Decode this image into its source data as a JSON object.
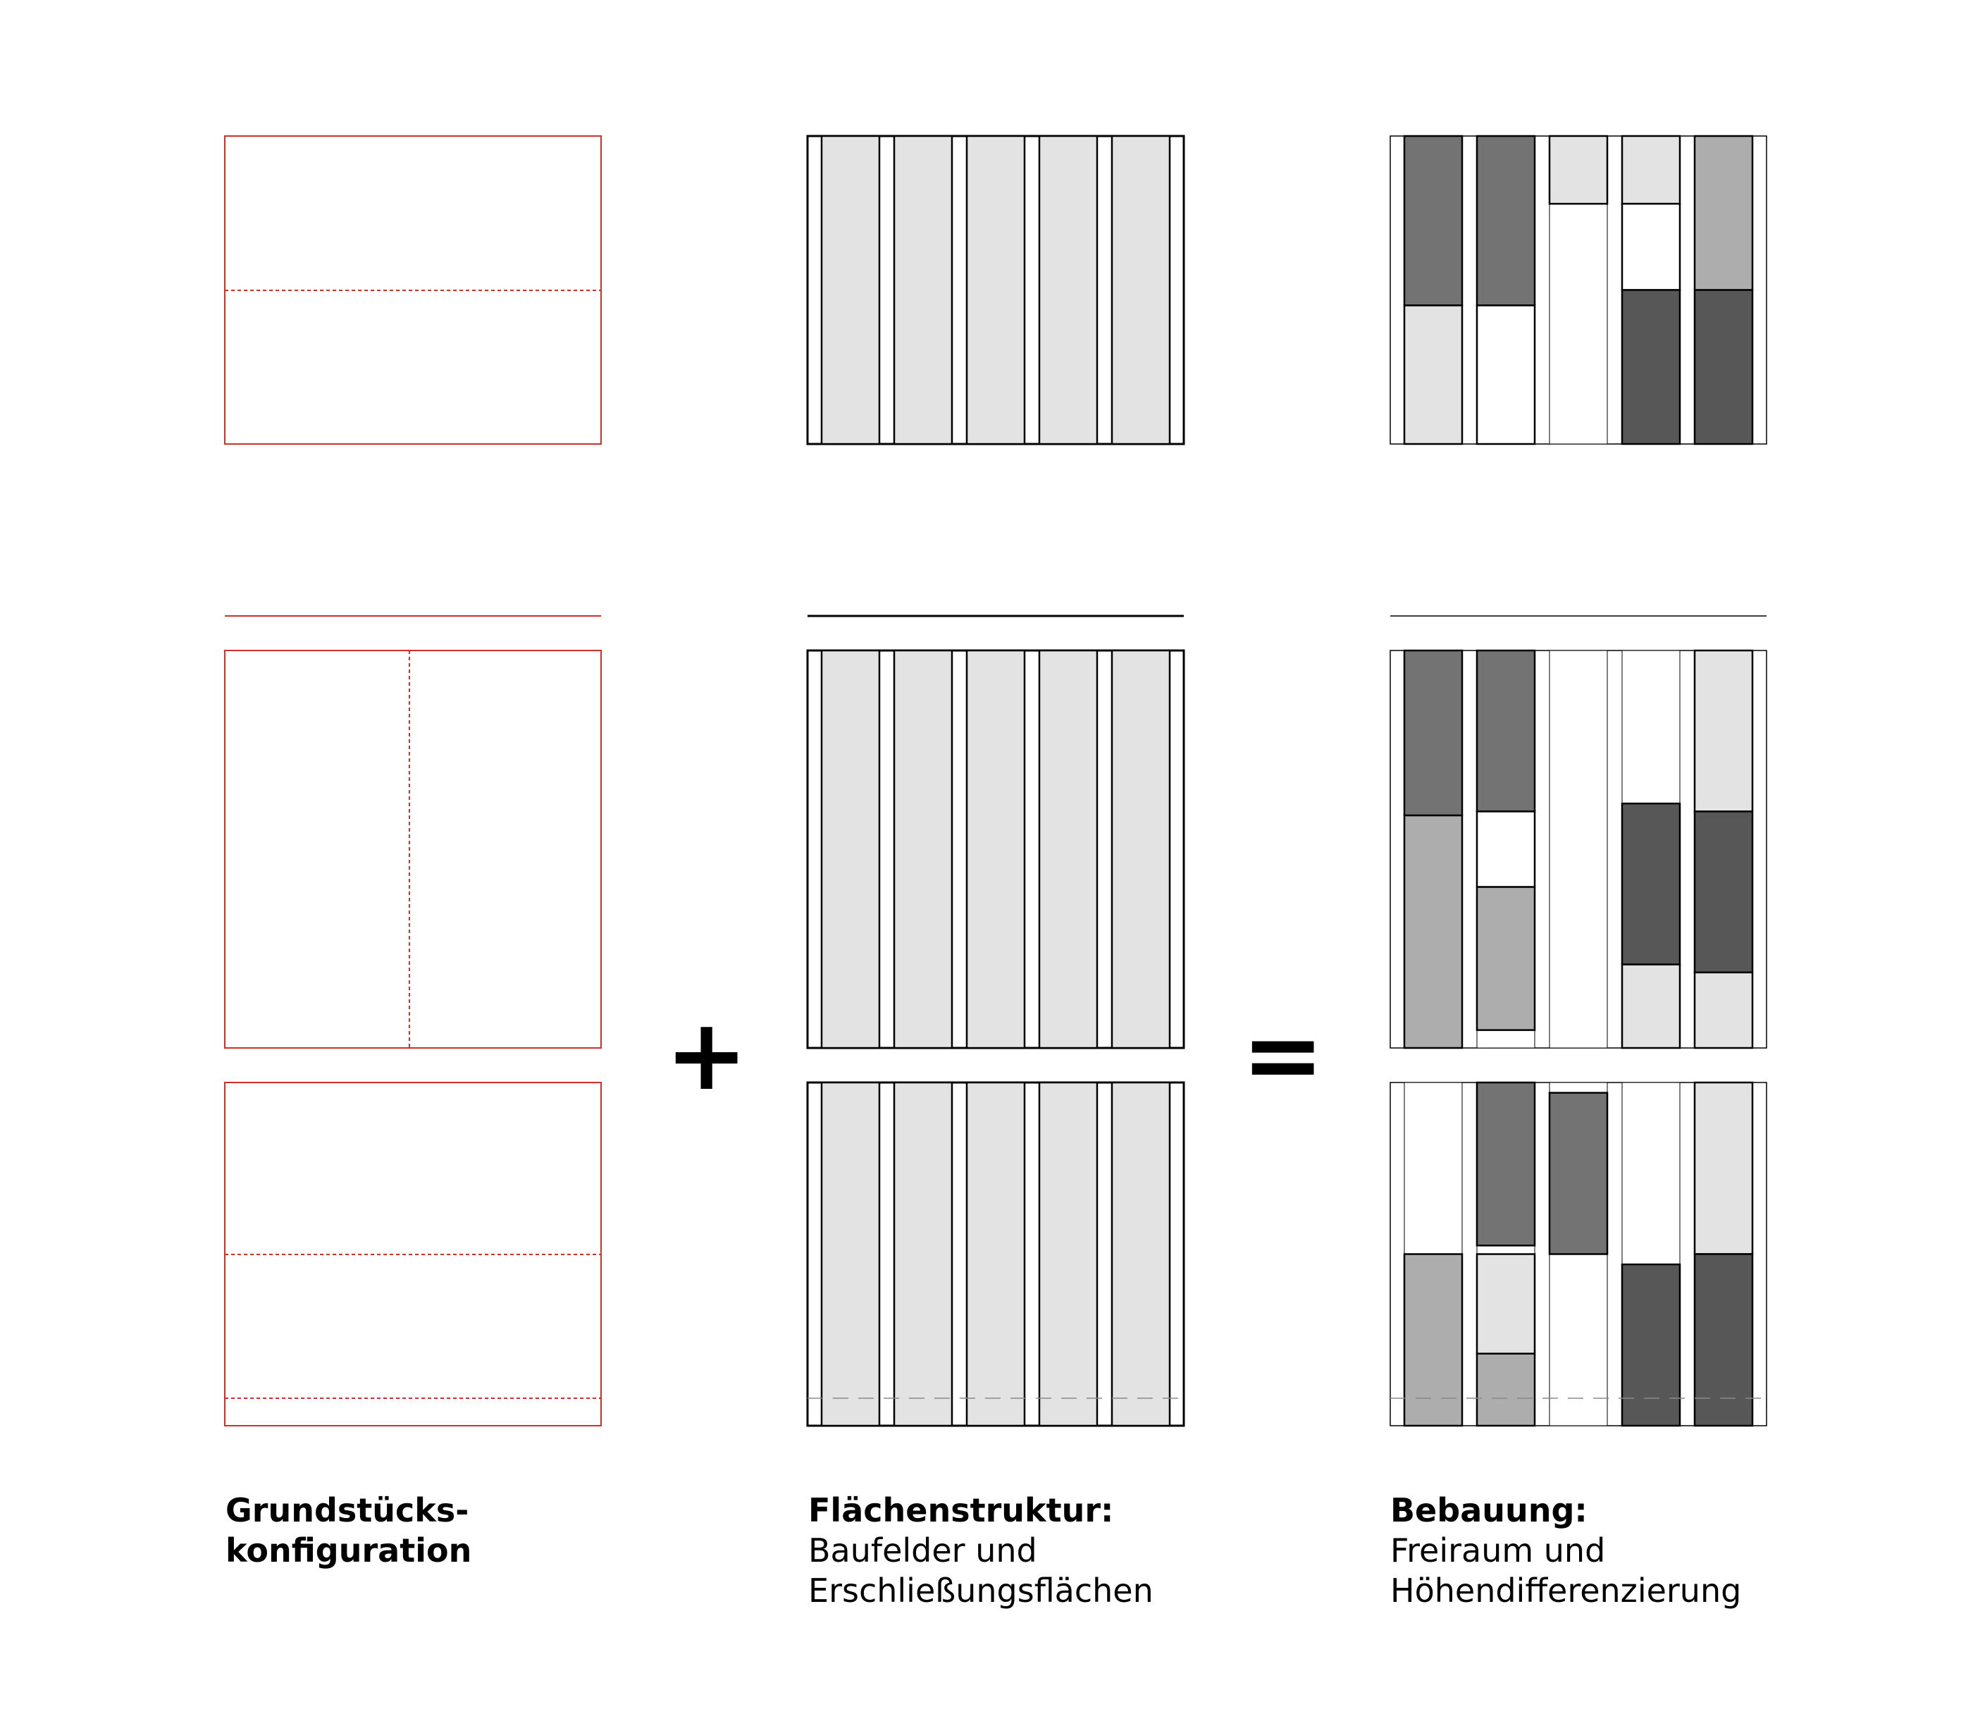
{
  "captions": {
    "grundstueck": {
      "title": "Grundstücks-\nkonfiguration",
      "sub": ""
    },
    "flaechen": {
      "title": "Flächenstruktur:",
      "sub": "Baufelder und\nErschließungsflächen"
    },
    "bebauung": {
      "title": "Bebauung:",
      "sub": "Freiraum und\nHöhendifferenzierung"
    }
  },
  "operators": {
    "plus": "+",
    "equals": "="
  },
  "colors": {
    "plot_outline": "#d0302a",
    "field": "#e3e3e3",
    "light": "#e3e3e3",
    "medium": "#adadad",
    "dark": "#737373",
    "darkest": "#575757",
    "line": "#000000"
  },
  "bebauung_levels": {
    "top": [
      [
        [
          "dark",
          0,
          0.55
        ],
        [
          "light",
          0.55,
          1
        ]
      ],
      [
        [
          "dark",
          0,
          0.55
        ],
        [
          "white",
          0.55,
          1
        ]
      ],
      [
        [
          "light",
          0,
          0.22
        ]
      ],
      [
        [
          "light",
          0,
          0.22
        ],
        [
          "white",
          0.22,
          0.5
        ],
        [
          "darkest",
          0.5,
          1
        ]
      ],
      [
        [
          "medium",
          0,
          0.5
        ],
        [
          "darkest",
          0.5,
          1
        ]
      ]
    ],
    "middle": [
      [
        [
          "dark",
          0,
          0.415
        ],
        [
          "medium",
          0.415,
          1
        ]
      ],
      [
        [
          "dark",
          0,
          0.405
        ],
        [
          "white",
          0.405,
          0.595
        ],
        [
          "medium",
          0.595,
          0.955
        ]
      ],
      [],
      [
        [
          "darkest",
          0.385,
          0.79
        ],
        [
          "light",
          0.79,
          1
        ]
      ],
      [
        [
          "light",
          0,
          0.405
        ],
        [
          "darkest",
          0.405,
          0.81
        ],
        [
          "light",
          0.81,
          1
        ]
      ]
    ],
    "bottom": [
      [
        [
          "medium",
          0.5,
          1
        ]
      ],
      [
        [
          "dark",
          0,
          0.475
        ],
        [
          "light",
          0.5,
          0.79
        ],
        [
          "medium",
          0.79,
          1
        ]
      ],
      [
        [
          "dark",
          0.03,
          0.5
        ]
      ],
      [
        [
          "darkest",
          0.53,
          1
        ]
      ],
      [
        [
          "light",
          0,
          0.5
        ],
        [
          "darkest",
          0.5,
          1
        ]
      ]
    ]
  }
}
